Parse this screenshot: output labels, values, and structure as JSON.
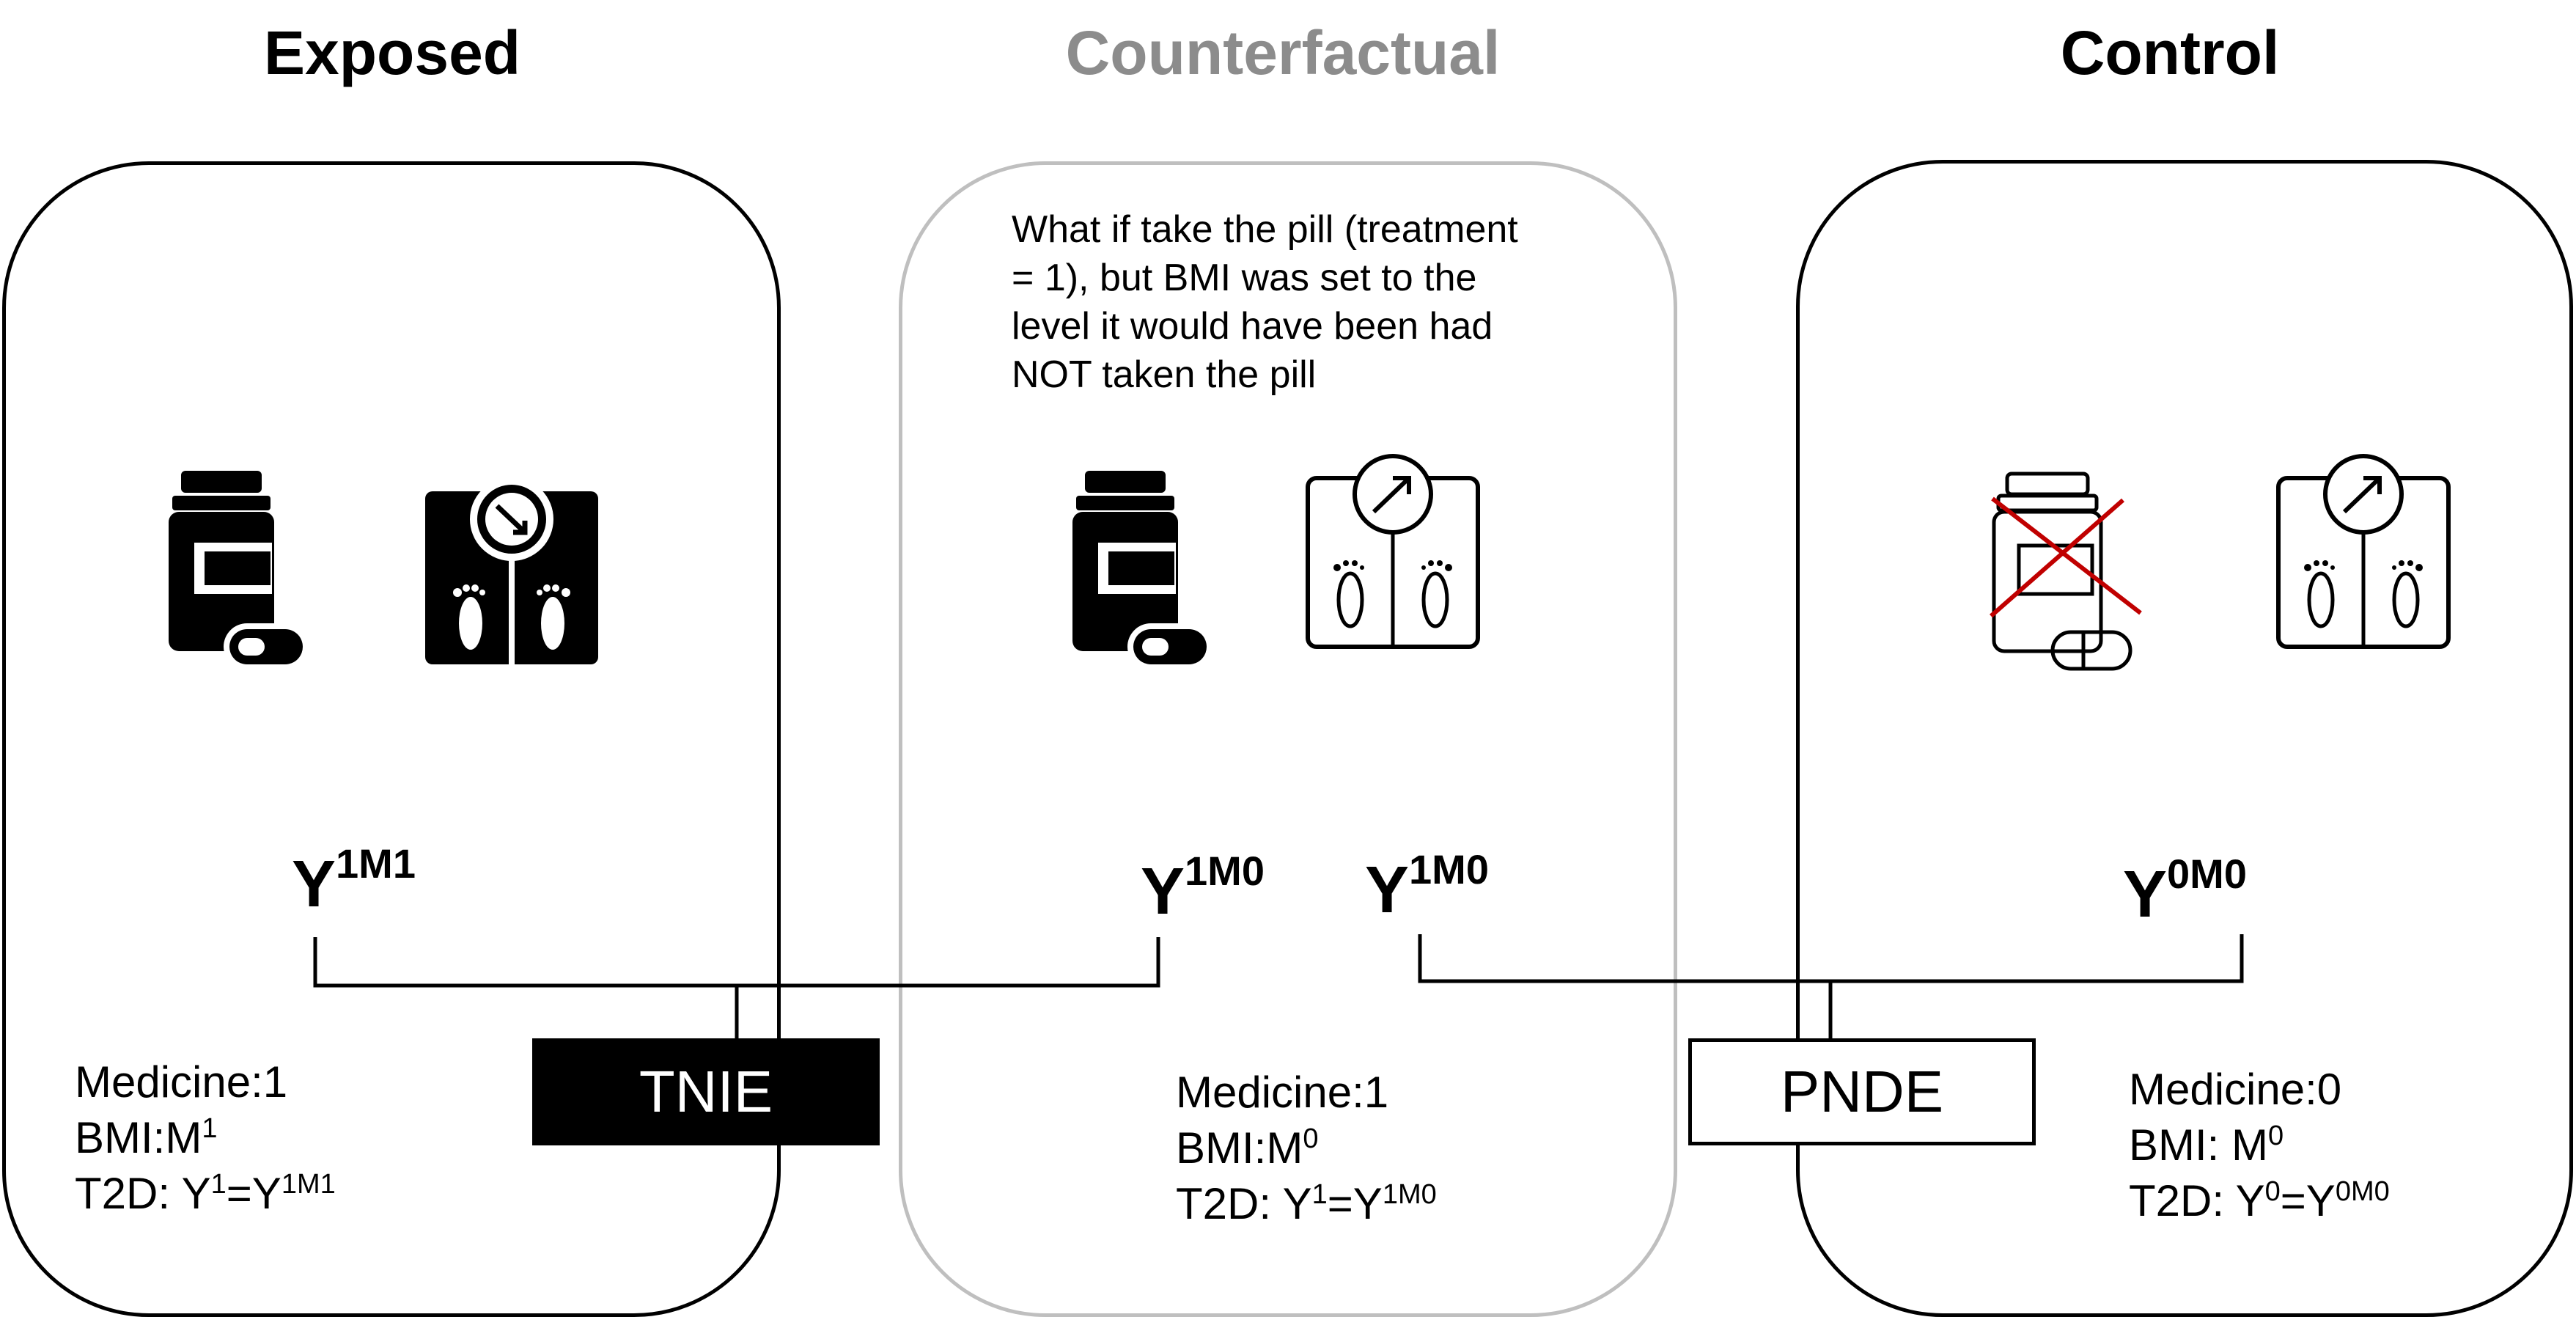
{
  "titles": {
    "exposed": "Exposed",
    "counterfactual": "Counterfactual",
    "control": "Control"
  },
  "counterfactual_question": [
    "What if take the pill (treatment",
    "= 1), but BMI was set to the",
    "level it would have been had",
    "NOT taken the pill"
  ],
  "outcomes": {
    "exposed": {
      "base": "Y",
      "sup": "1M1"
    },
    "counterfactual_left": {
      "base": "Y",
      "sup": "1M0"
    },
    "counterfactual_right": {
      "base": "Y",
      "sup": "1M0"
    },
    "control": {
      "base": "Y",
      "sup": "0M0"
    }
  },
  "effects": {
    "tnie": "TNIE",
    "pnde": "PNDE"
  },
  "info": {
    "exposed": {
      "medicine": "Medicine:1",
      "bmi_prefix": "BMI:M",
      "bmi_sup": "1",
      "t2d_prefix": "T2D: Y",
      "t2d_sup1": "1",
      "t2d_eq": "=Y",
      "t2d_sup2": "1M1"
    },
    "counterfactual": {
      "medicine": "Medicine:1",
      "bmi_prefix": "BMI:M",
      "bmi_sup": "0",
      "t2d_prefix": "T2D: Y",
      "t2d_sup1": "1",
      "t2d_eq": "=Y",
      "t2d_sup2": "1M0"
    },
    "control": {
      "medicine": "Medicine:0",
      "bmi_prefix": "BMI: M",
      "bmi_sup": "0",
      "t2d_prefix": "T2D: Y",
      "t2d_sup1": "0",
      "t2d_eq": "=Y",
      "t2d_sup2": "0M0"
    }
  },
  "icons": {
    "exposed_pill": "pill-bottle-icon",
    "exposed_scale": "scale-down-icon",
    "counterfactual_pill": "pill-bottle-icon",
    "counterfactual_scale": "scale-up-icon",
    "control_pill": "crossed-pill-bottle-icon",
    "control_scale": "scale-up-icon"
  },
  "colors": {
    "counterfactual_gray": "#8c8c8c",
    "counterfactual_border": "#bfbfbf",
    "cross_red": "#c00000",
    "tnie_fill": "#000000"
  }
}
